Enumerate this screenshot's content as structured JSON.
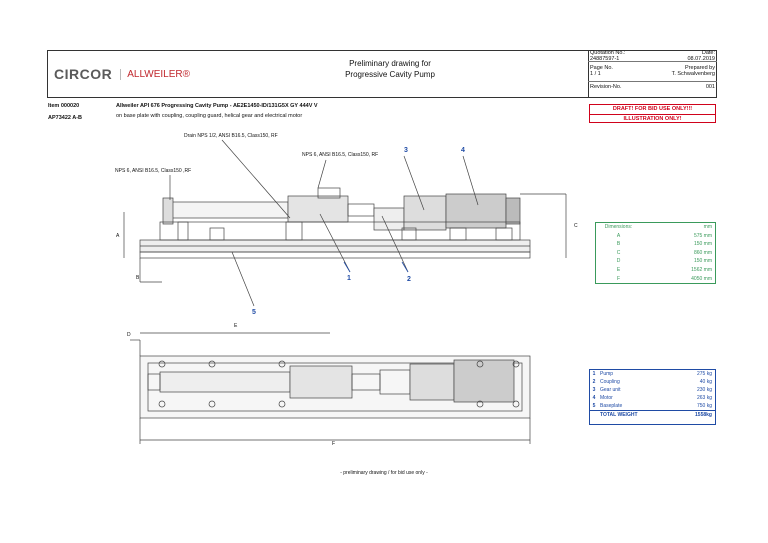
{
  "header": {
    "logo_circor": "CIRCOR",
    "logo_allweiler": "ALLWEILER®",
    "title_line1": "Preliminary drawing for",
    "title_line2": "Progressive Cavity Pump",
    "quotation_label": "Quotation No.:",
    "quotation_value": "24887597-1",
    "date_label": "Date:",
    "date_value": "08.07.2019",
    "page_label": "Page No.",
    "page_value": "1 / 1",
    "prepared_label": "Prepared by",
    "prepared_value": "T. Schwalvenberg",
    "revision_label": "Revision-No.",
    "revision_value": "001"
  },
  "item": {
    "item_no": "Item 000020",
    "ap_no": "AP73422 A-B",
    "description": "Allweiler API 676 Progressing Cavity Pump - AE2E1450-ID/131G5X GY 444V V",
    "sub_description": "on base plate with coupling, coupling guard, helical gear and electrical motor"
  },
  "draft": {
    "line1": "DRAFT! FOR BID USE ONLY!!!",
    "line2": "ILLUSTRATION ONLY!"
  },
  "annotations": {
    "drain": "Drain NPS 1/2, ANSI B16.5, Class150, RF",
    "nps_discharge": "NPS 6, ANSI B16.5, Class150, RF",
    "nps_suction": "NPS 6, ANSI B16.5, Class150 ,RF"
  },
  "callouts": [
    "1",
    "2",
    "3",
    "4",
    "5"
  ],
  "dim_letters": {
    "a": "A",
    "b": "B",
    "c": "C",
    "d": "D",
    "e": "E",
    "f": "F"
  },
  "dimensions": {
    "header_label": "Dimensions:",
    "header_unit": "mm",
    "rows": [
      {
        "k": "A",
        "v": "575 mm"
      },
      {
        "k": "B",
        "v": "150 mm"
      },
      {
        "k": "C",
        "v": "860 mm"
      },
      {
        "k": "D",
        "v": "150 mm"
      },
      {
        "k": "E",
        "v": "1562 mm"
      },
      {
        "k": "F",
        "v": "4050 mm"
      }
    ]
  },
  "weights": {
    "rows": [
      {
        "n": "1",
        "label": "Pump",
        "value": "275 kg"
      },
      {
        "n": "2",
        "label": "Coupling",
        "value": "40 kg"
      },
      {
        "n": "3",
        "label": "Gear unit",
        "value": "230 kg"
      },
      {
        "n": "4",
        "label": "Motor",
        "value": "263 kg"
      },
      {
        "n": "5",
        "label": "Baseplate",
        "value": "750 kg"
      }
    ],
    "total_label": "TOTAL WEIGHT",
    "total_value": "1558kg"
  },
  "footer_note": "- preliminary drawing / for bid use only -",
  "colors": {
    "accent_red": "#d0021b",
    "dim_green": "#3a9a5b",
    "weight_blue": "#1f4ba5"
  }
}
